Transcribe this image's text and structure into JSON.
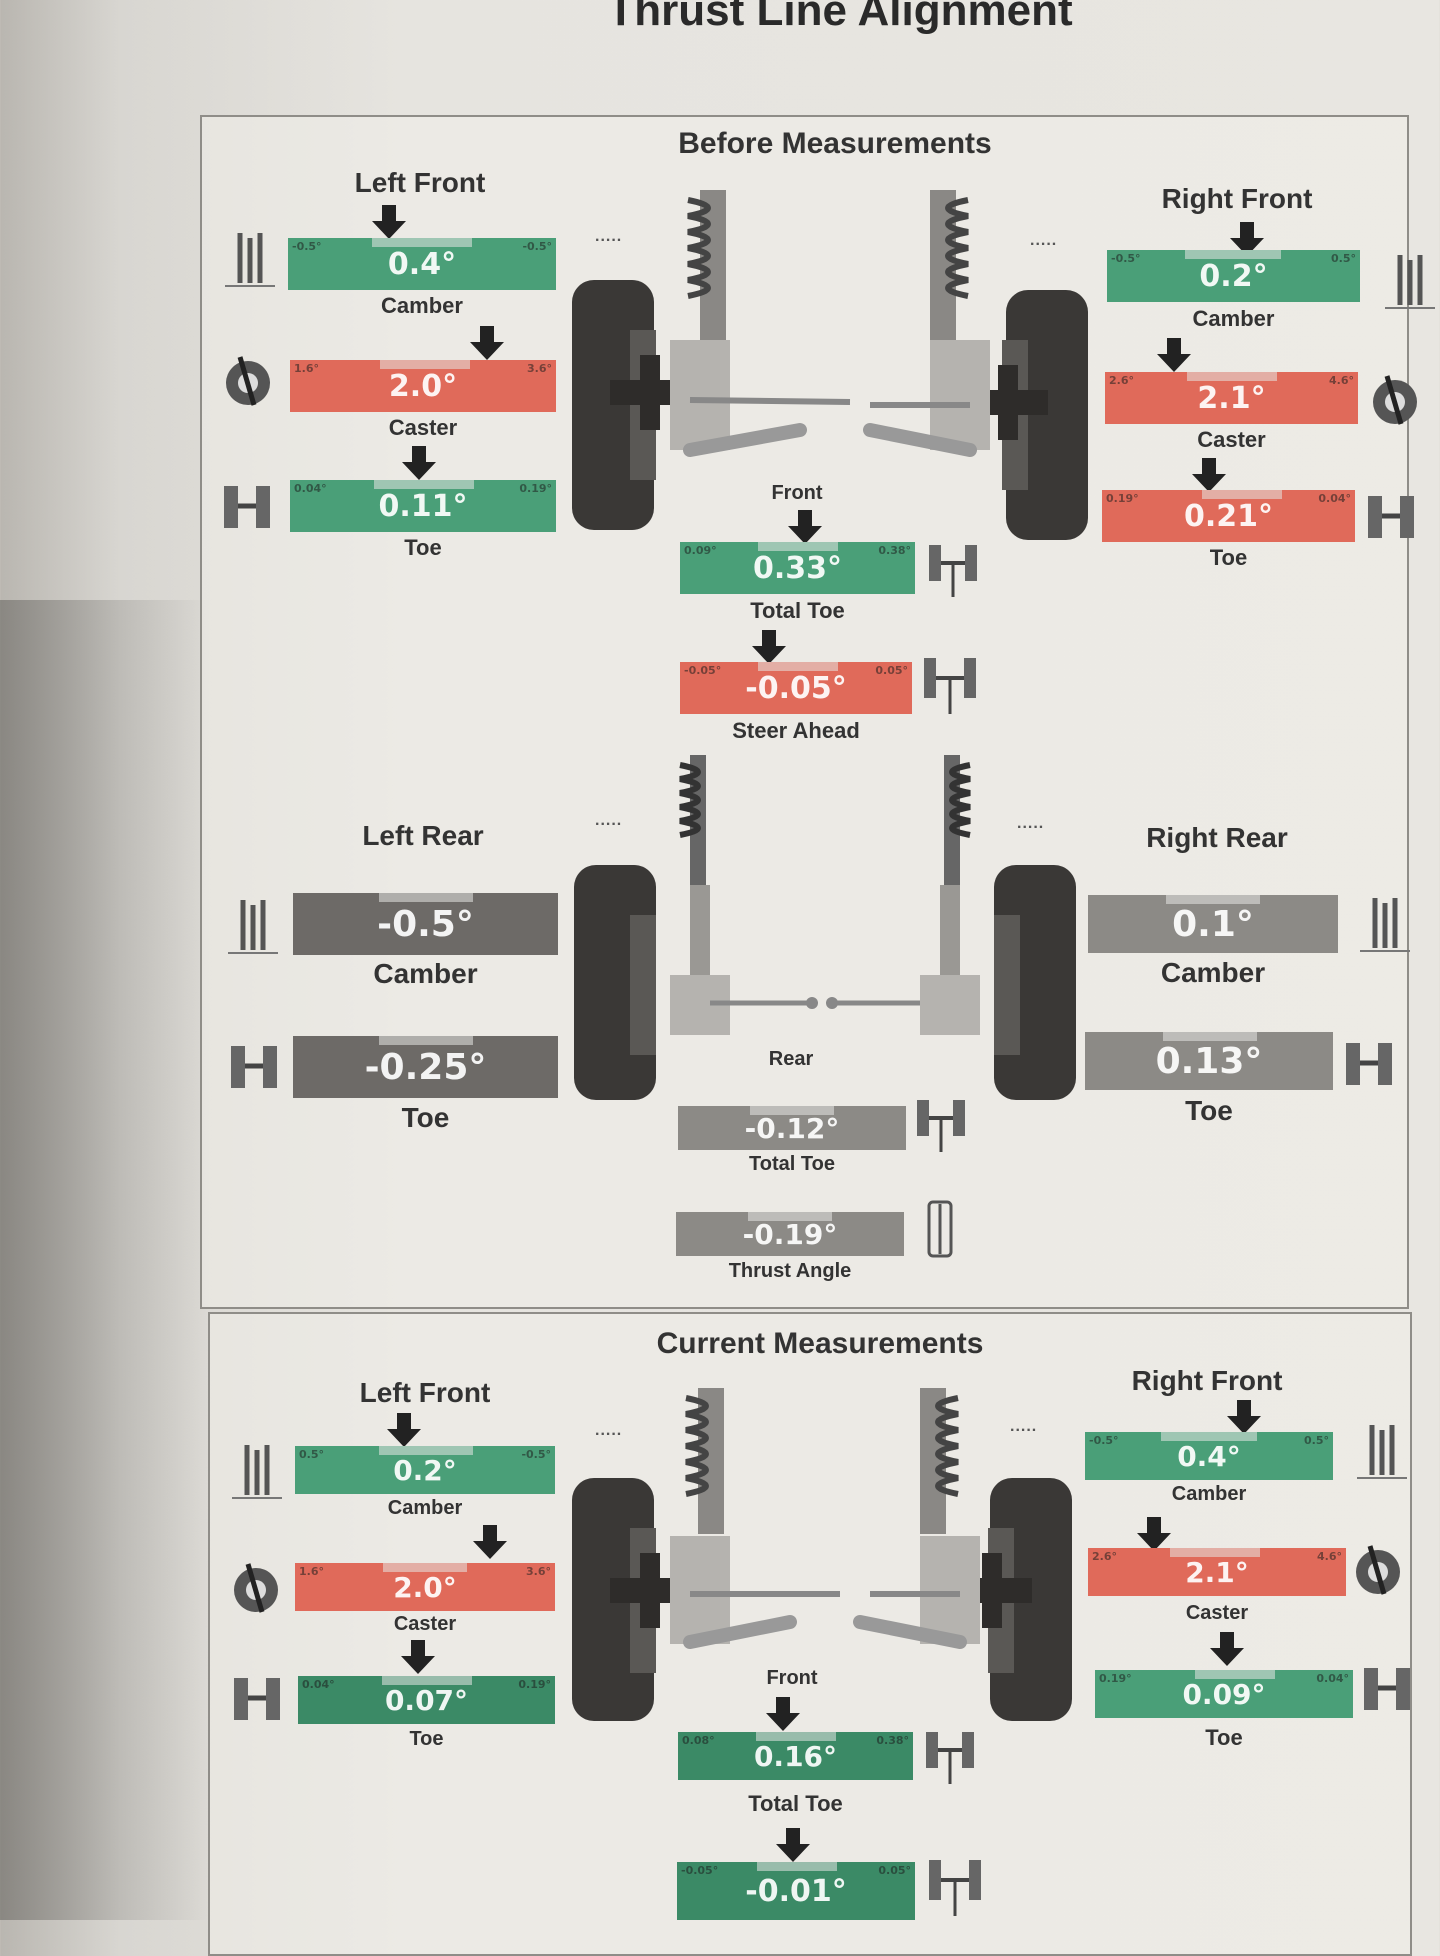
{
  "title": "Thrust Line Alignment",
  "before": {
    "heading": "Before Measurements",
    "left_front": {
      "label": "Left Front",
      "camber": {
        "value": "0.4°",
        "label": "Camber",
        "min": "-0.5°",
        "max": "-0.5°",
        "status": "green"
      },
      "caster": {
        "value": "2.0°",
        "label": "Caster",
        "min": "1.6°",
        "max": "3.6°",
        "status": "red"
      },
      "toe": {
        "value": "0.11°",
        "label": "Toe",
        "min": "0.04°",
        "max": "0.19°",
        "status": "green"
      }
    },
    "right_front": {
      "label": "Right Front",
      "camber": {
        "value": "0.2°",
        "label": "Camber",
        "min": "-0.5°",
        "max": "0.5°",
        "status": "green"
      },
      "caster": {
        "value": "2.1°",
        "label": "Caster",
        "min": "2.6°",
        "max": "4.6°",
        "status": "red"
      },
      "toe": {
        "value": "0.21°",
        "label": "Toe",
        "min": "0.19°",
        "max": "0.04°",
        "status": "red"
      }
    },
    "front": {
      "label": "Front",
      "total_toe": {
        "value": "0.33°",
        "label": "Total Toe",
        "min": "0.09°",
        "max": "0.38°",
        "status": "green"
      },
      "steer_ahead": {
        "value": "-0.05°",
        "label": "Steer Ahead",
        "min": "-0.05°",
        "max": "0.05°",
        "status": "red"
      }
    },
    "left_rear": {
      "label": "Left Rear",
      "camber": {
        "value": "-0.5°",
        "label": "Camber"
      },
      "toe": {
        "value": "-0.25°",
        "label": "Toe"
      }
    },
    "right_rear": {
      "label": "Right Rear",
      "camber": {
        "value": "0.1°",
        "label": "Camber"
      },
      "toe": {
        "value": "0.13°",
        "label": "Toe"
      }
    },
    "rear": {
      "label": "Rear",
      "total_toe": {
        "value": "-0.12°",
        "label": "Total Toe"
      },
      "thrust_angle": {
        "value": "-0.19°",
        "label": "Thrust Angle"
      }
    }
  },
  "current": {
    "heading": "Current Measurements",
    "left_front": {
      "label": "Left Front",
      "camber": {
        "value": "0.2°",
        "label": "Camber",
        "min": "0.5°",
        "max": "-0.5°",
        "status": "green"
      },
      "caster": {
        "value": "2.0°",
        "label": "Caster",
        "min": "1.6°",
        "max": "3.6°",
        "status": "red"
      },
      "toe": {
        "value": "0.07°",
        "label": "Toe",
        "min": "0.04°",
        "max": "0.19°",
        "status": "green"
      }
    },
    "right_front": {
      "label": "Right Front",
      "camber": {
        "value": "0.4°",
        "label": "Camber",
        "min": "-0.5°",
        "max": "0.5°",
        "status": "green"
      },
      "caster": {
        "value": "2.1°",
        "label": "Caster",
        "min": "2.6°",
        "max": "4.6°",
        "status": "red"
      },
      "toe": {
        "value": "0.09°",
        "label": "Toe",
        "min": "0.19°",
        "max": "0.04°",
        "status": "green"
      }
    },
    "front": {
      "label": "Front",
      "total_toe": {
        "value": "0.16°",
        "label": "Total Toe",
        "min": "0.08°",
        "max": "0.38°",
        "status": "green"
      },
      "steer_ahead": {
        "value": "-0.01°",
        "min": "-0.05°",
        "max": "0.05°",
        "status": "green"
      }
    }
  },
  "colors": {
    "green": "#4a9f78",
    "red": "#e06a5a",
    "dark_gray": "#6d6a67",
    "light_gray": "#8c8a86"
  }
}
